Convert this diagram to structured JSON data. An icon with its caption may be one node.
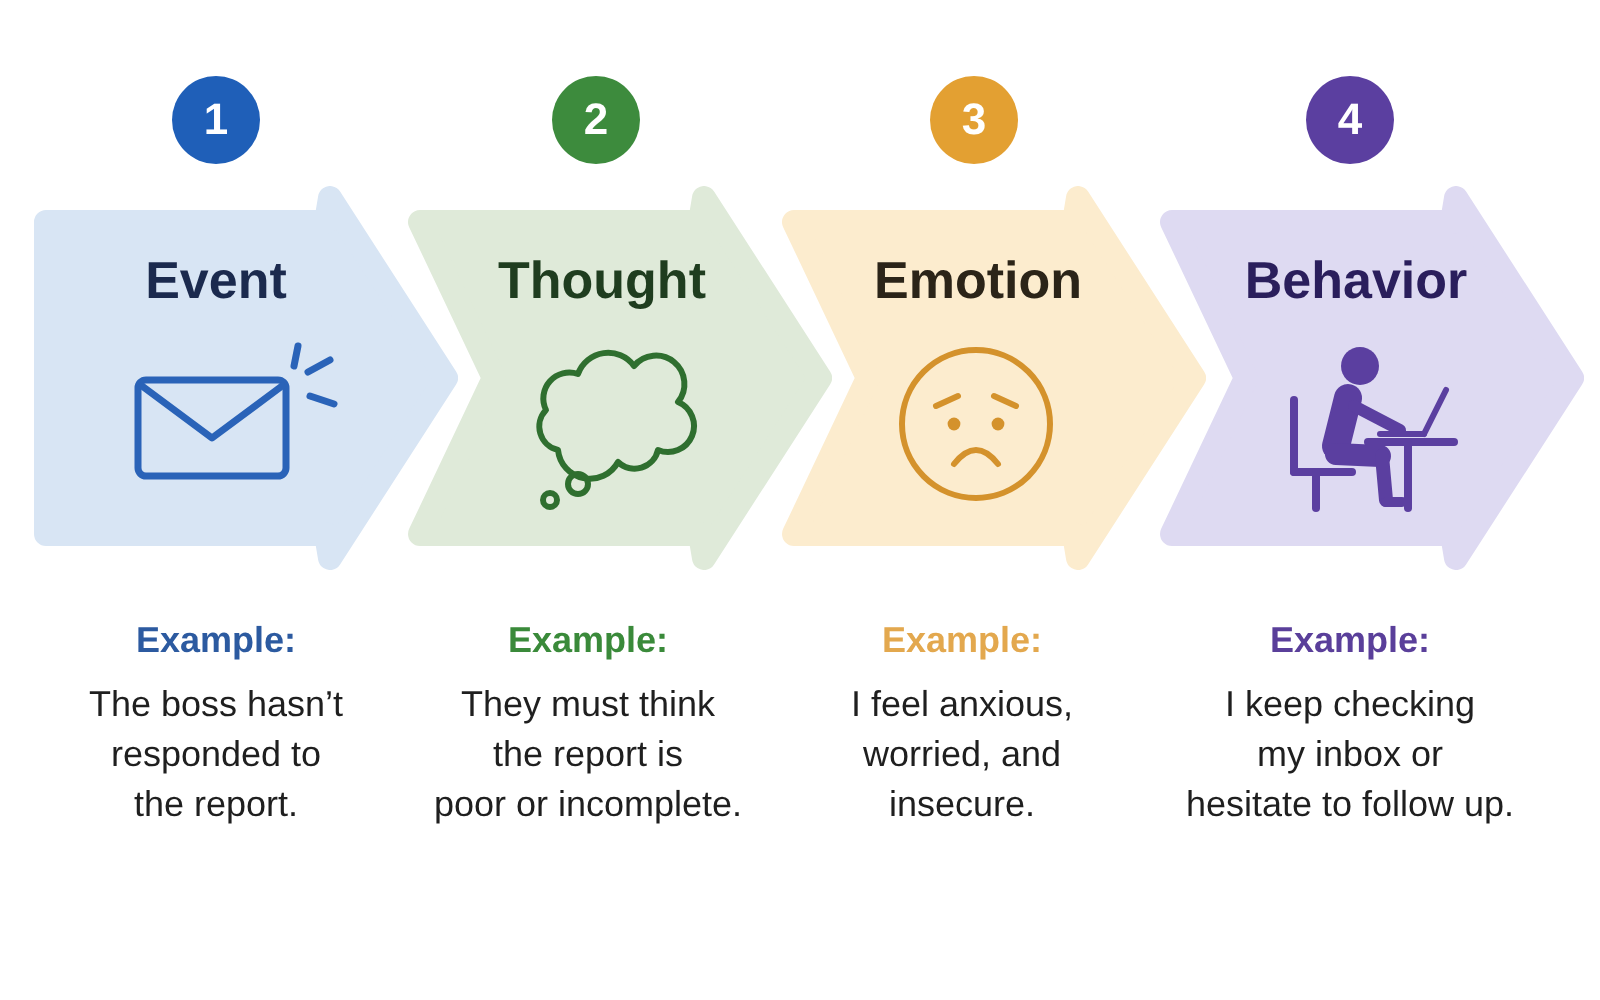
{
  "diagram": {
    "nodes": [
      {
        "text": [
          "1"
        ]
      },
      {
        "text": [
          "2"
        ]
      },
      {
        "text": [
          "3"
        ]
      },
      {
        "text": [
          "4"
        ]
      },
      {
        "text": [
          "Event"
        ],
        "beside": [
          "Example:",
          "The boss hasn’t responded to the report."
        ]
      },
      {
        "text": [
          "Thought"
        ],
        "beside": [
          "Example:",
          "They must think the report is poor or incomplete."
        ]
      },
      {
        "text": [
          "Emotion"
        ],
        "beside": [
          "Example:",
          "I feel anxious, worried, and insecure."
        ]
      },
      {
        "text": [
          "Behavior"
        ],
        "beside": [
          "Example:",
          "I keep checking my inbox or hesitate to follow up."
        ]
      }
    ]
  }
}
